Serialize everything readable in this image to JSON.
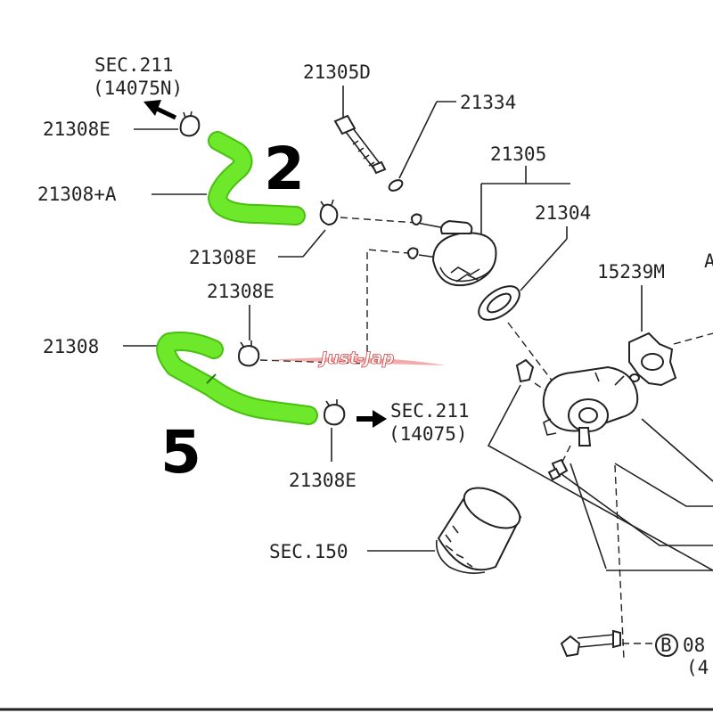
{
  "labels": {
    "sec211_top": "SEC.211",
    "sec211_top_sub": "(14075N)",
    "p21305D": "21305D",
    "p21334": "21334",
    "p21308E_a": "21308E",
    "p21305": "21305",
    "p21308A": "21308+A",
    "p21304": "21304",
    "p21308E_b": "21308E",
    "p15239M": "15239M",
    "p21308E_c": "21308E",
    "p21308": "21308",
    "sec211_mid": "SEC.211",
    "sec211_mid_sub": "(14075)",
    "p21308E_d": "21308E",
    "sec150": "SEC.150",
    "b_marker": "B",
    "b_code": "08",
    "b_code_sub": "(4",
    "edge_a": "A"
  },
  "callouts": {
    "hose_upper": "2",
    "hose_lower": "5"
  },
  "watermark": "Just-Jap",
  "colors": {
    "highlight": "#6ee82a",
    "line": "#222222",
    "watermark": "#cc4444"
  }
}
